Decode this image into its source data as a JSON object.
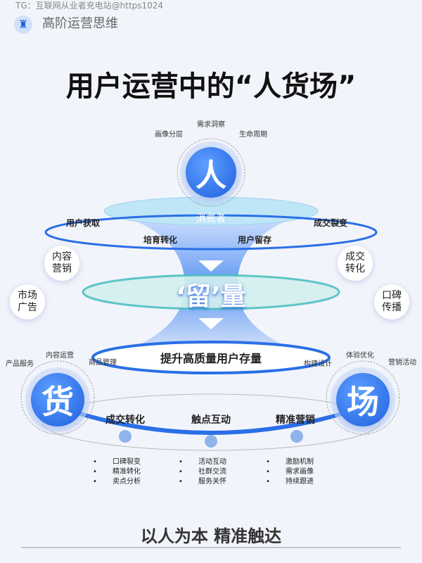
{
  "watermark": "TG：互联网从业者充电站@https1024",
  "brand": "高阶运营思维",
  "title": "用户运营中的“人货场”",
  "people": {
    "label": "人",
    "tags": [
      "画像分层",
      "需求洞察",
      "生命周期"
    ],
    "consumer": "消费者"
  },
  "flow": [
    "用户获取",
    "培育转化",
    "用户留存",
    "成交裂变"
  ],
  "left_bubbles": [
    "内容\n营销",
    "市场\n广告"
  ],
  "right_bubbles": [
    "成交\n转化",
    "口碑\n传播"
  ],
  "center": "‘留’量",
  "retain": "提升高质量用户存量",
  "goods": {
    "label": "货",
    "tags": [
      "产品服务",
      "内容运营",
      "商品管理"
    ]
  },
  "place": {
    "label": "场",
    "tags": [
      "构建设计",
      "体验优化",
      "营销活动"
    ]
  },
  "stages": [
    {
      "title": "成交转化",
      "items": [
        "口碑裂变",
        "精准转化",
        "卖点分析"
      ]
    },
    {
      "title": "触点互动",
      "items": [
        "活动互动",
        "社群交流",
        "服务关怀"
      ]
    },
    {
      "title": "精准营销",
      "items": [
        "激励机制",
        "需求画像",
        "持续跟进"
      ]
    }
  ],
  "footer": "以人为本 精准触达",
  "colors": {
    "accent": "#2367e6",
    "background": "#f2f4fb"
  }
}
